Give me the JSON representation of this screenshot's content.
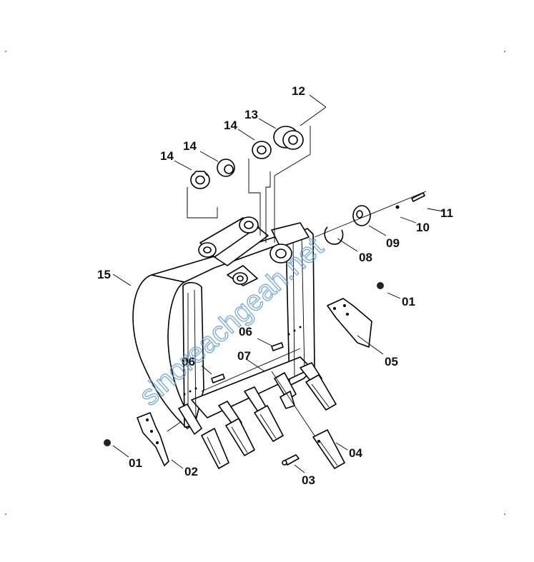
{
  "watermark": "sinoreachgeah.net",
  "callouts": {
    "p01_left": "01",
    "p01_right": "01",
    "p02": "02",
    "p03": "03",
    "p04": "04",
    "p05": "05",
    "p06_left": "06",
    "p06_mid": "06",
    "p07": "07",
    "p08": "08",
    "p09": "09",
    "p10": "10",
    "p11": "11",
    "p12": "12",
    "p13": "13",
    "p14_a": "14",
    "p14_b": "14",
    "p14_c": "14",
    "p15": "15"
  }
}
